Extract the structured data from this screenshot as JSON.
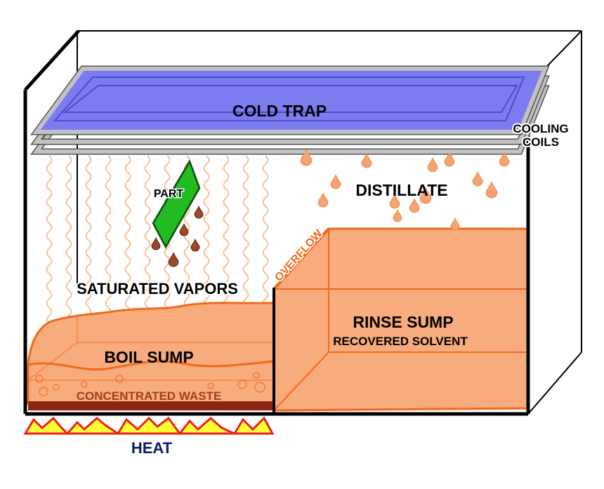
{
  "labels": {
    "cold_trap": "COLD TRAP",
    "cooling": "COOLING",
    "coils": "COILS",
    "part": "PART",
    "distillate": "DISTILLATE",
    "overflow": "OVERFLOW",
    "saturated_vapors": "SATURATED VAPORS",
    "rinse_sump": "RINSE SUMP",
    "recovered_solvent": "RECOVERED SOLVENT",
    "boil_sump": "BOIL SUMP",
    "concentrated_waste": "CONCENTRATED WASTE",
    "heat": "HEAT"
  },
  "colors": {
    "outline": "#000000",
    "cold_trap_fill": "#7b7cf0",
    "coil_gray": "#b9b9b9",
    "vapor": "#f7b585",
    "solvent_fill": "#f8ab7c",
    "solvent_edge": "#f06a1c",
    "droplet": "#f5a372",
    "part_fill": "#22bb22",
    "part_drop": "#9a4a2a",
    "waste": "#8b2510",
    "waste_text": "#a0401e",
    "heat_fill": "#ffff33",
    "heat_edge": "#ee2020",
    "heat_text": "#0a1a6b"
  }
}
